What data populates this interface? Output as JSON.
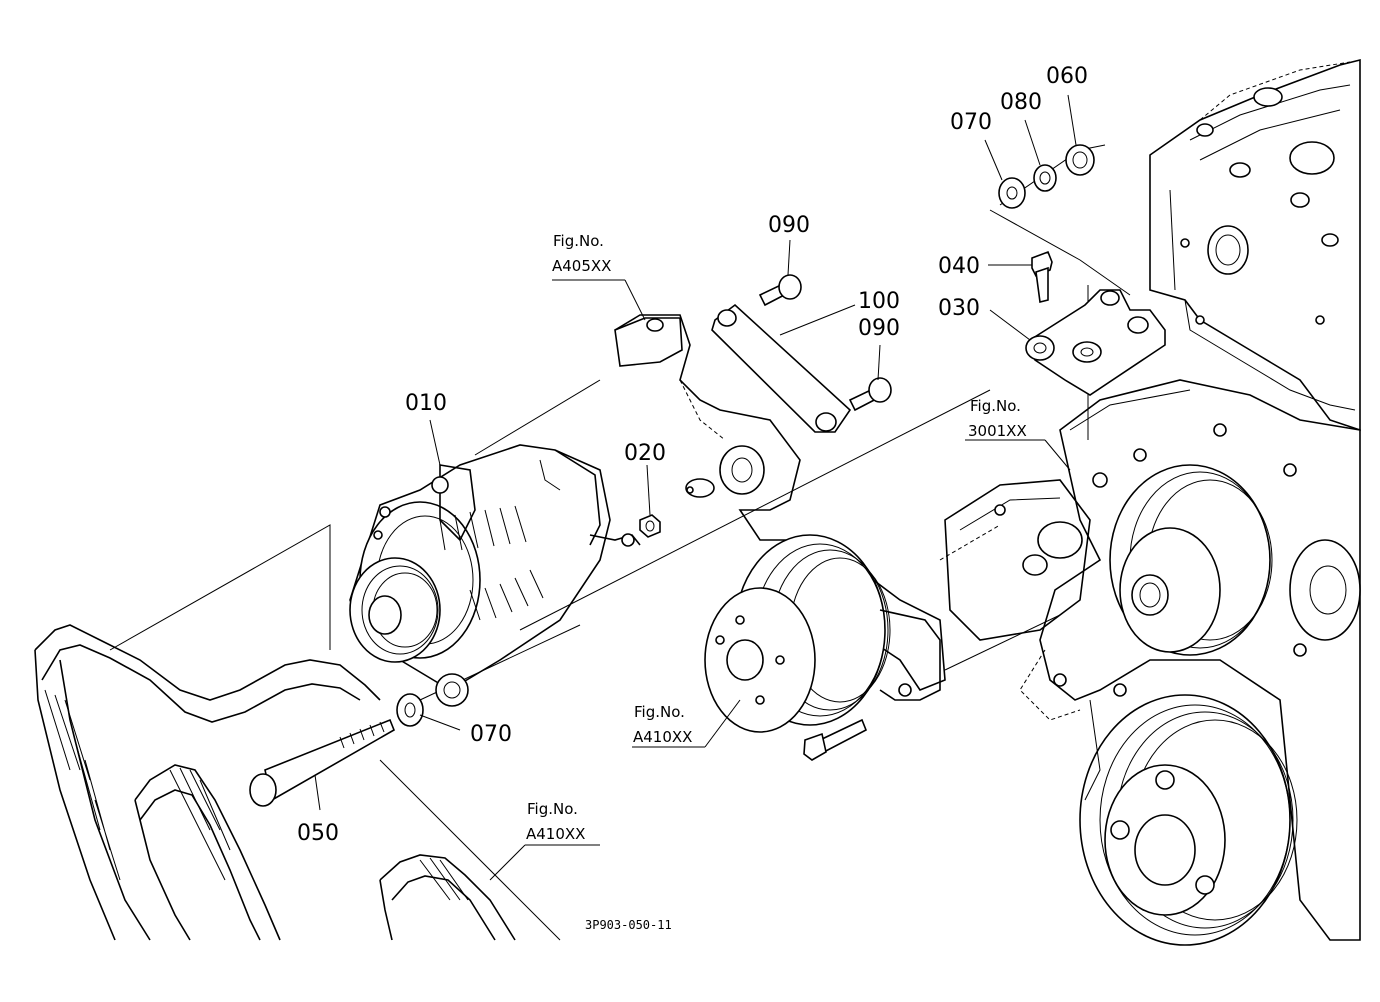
{
  "drawing_code": "3P903-050-11",
  "part_numbers": {
    "p010": "010",
    "p020": "020",
    "p030": "030",
    "p040": "040",
    "p050": "050",
    "p060": "060",
    "p070_upper": "070",
    "p070_lower": "070",
    "p080": "080",
    "p090_upper": "090",
    "p090_lower": "090",
    "p100": "100"
  },
  "figure_refs": {
    "a405": {
      "caption": "Fig.No.",
      "code": "A405XX"
    },
    "a410_pump": {
      "caption": "Fig.No.",
      "code": "A410XX"
    },
    "a410_belt": {
      "caption": "Fig.No.",
      "code": "A410XX"
    },
    "f3001": {
      "caption": "Fig.No.",
      "code": "3001XX"
    }
  }
}
